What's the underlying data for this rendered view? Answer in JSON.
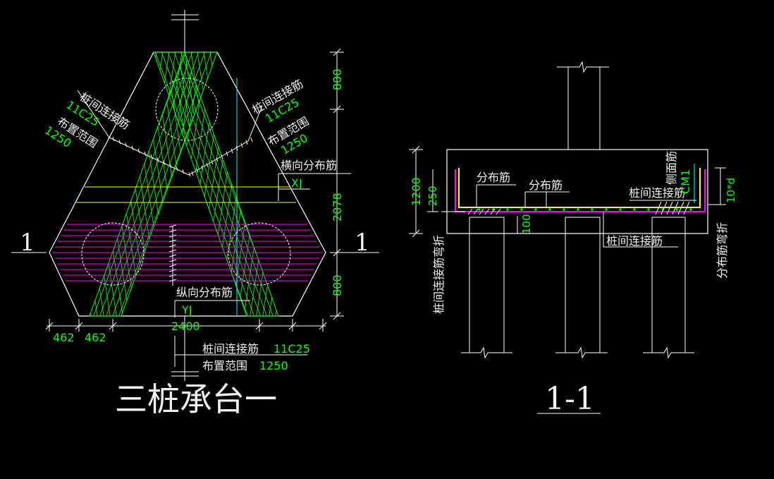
{
  "colors": {
    "background": "#000000",
    "outline": "#ffffff",
    "pile_strip_hatch": "#00ff00",
    "transverse_bars": "#ff00ff",
    "longitudinal_bars_yellow": "#ffff00",
    "side_bar_cyan": "#00ffff",
    "dimension_text": "#00ff00",
    "label_text": "#ffffff"
  },
  "plan_view": {
    "title": "三桩承台一",
    "section_mark_left": "1",
    "section_mark_right": "1",
    "left_strip": {
      "label": "桩间连接筋",
      "spec": "11C25",
      "range_label": "布置范围",
      "range_value": "1250"
    },
    "right_strip": {
      "label": "桩间连接筋",
      "spec": "11C25",
      "range_label": "布置范围",
      "range_value": "1250"
    },
    "bottom_strip": {
      "label": "桩间连接筋",
      "spec": "11C25",
      "range_label": "布置范围",
      "range_value": "1250"
    },
    "transverse_dist_label": "横向分布筋",
    "transverse_tag": "XJ",
    "longitudinal_dist_label": "纵向分布筋",
    "longitudinal_tag": "YJ",
    "dims_vertical": [
      "800",
      "2078",
      "800"
    ],
    "dims_horizontal": {
      "a": "462",
      "b": "462",
      "total": "2400"
    }
  },
  "section_view": {
    "title": "1-1",
    "labels": {
      "dist_bar_1": "分布筋",
      "dist_bar_2": "分布筋",
      "pile_link_top": "桩间连接筋",
      "pile_link_bottom": "桩间连接筋",
      "side_bar": "侧面筋",
      "side_bar_spec": "CM1",
      "pile_link_bend": "桩间连接筋弯折",
      "dist_bar_bend": "分布筋弯折",
      "bend_length": "10*d"
    },
    "dims": {
      "height": "1200",
      "top_cover": "250",
      "embed": "100"
    }
  }
}
